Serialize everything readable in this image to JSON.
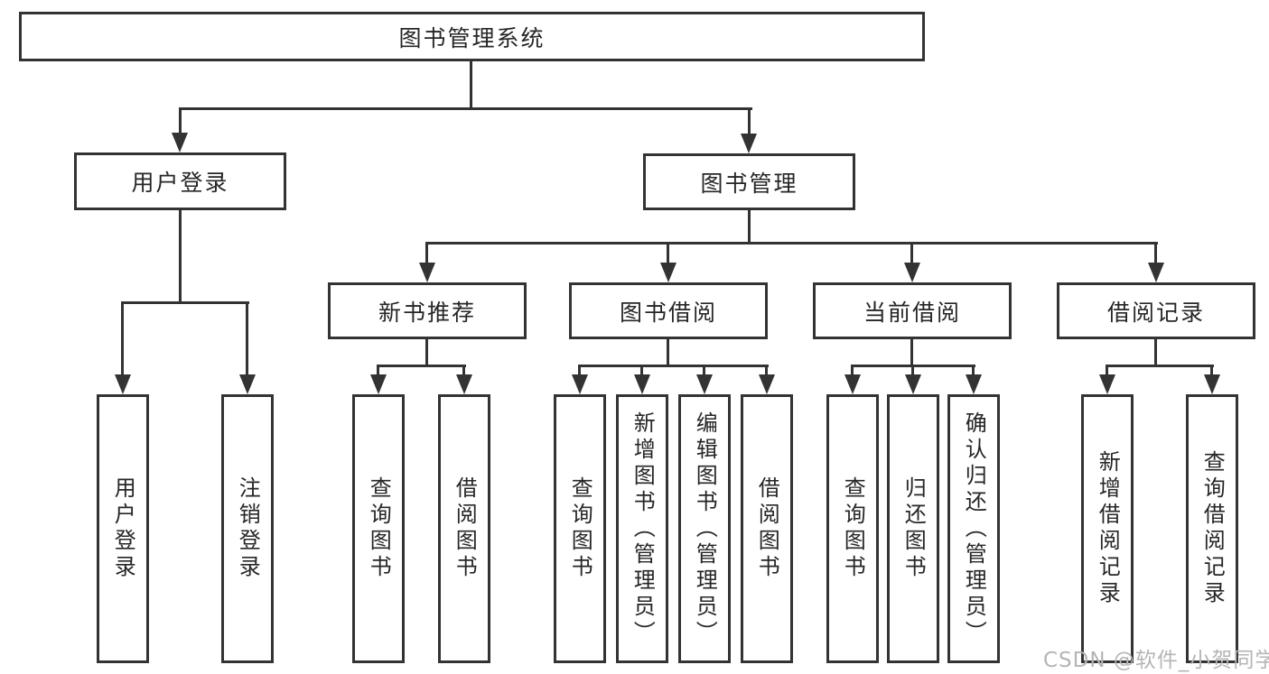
{
  "diagram": {
    "title_node_is_root": true,
    "root": {
      "id": "library-management-system",
      "label": "图书管理系统"
    },
    "branches": [
      {
        "id": "user-login",
        "label": "用户登录",
        "children": [
          {
            "id": "user-login-leaf",
            "label": "用户登录"
          },
          {
            "id": "logout-leaf",
            "label": "注销登录"
          }
        ]
      },
      {
        "id": "book-management",
        "label": "图书管理",
        "children": [
          {
            "id": "new-book-recommend",
            "label": "新书推荐",
            "children": [
              {
                "id": "query-books",
                "label": "查询图书"
              },
              {
                "id": "borrow-books",
                "label": "借阅图书"
              }
            ]
          },
          {
            "id": "book-borrowing",
            "label": "图书借阅",
            "children": [
              {
                "id": "query-books",
                "label": "查询图书"
              },
              {
                "id": "add-books-admin",
                "label": "新增图书（管理员）"
              },
              {
                "id": "edit-books-admin",
                "label": "编辑图书（管理员）"
              },
              {
                "id": "borrow-books",
                "label": "借阅图书"
              }
            ]
          },
          {
            "id": "current-borrowing",
            "label": "当前借阅",
            "children": [
              {
                "id": "query-books",
                "label": "查询图书"
              },
              {
                "id": "return-books",
                "label": "归还图书"
              },
              {
                "id": "confirm-return-admin",
                "label": "确认归还（管理员）"
              }
            ]
          },
          {
            "id": "borrowing-records",
            "label": "借阅记录",
            "children": [
              {
                "id": "add-borrow-record",
                "label": "新增借阅记录"
              },
              {
                "id": "query-borrow-record",
                "label": "查询借阅记录"
              }
            ]
          }
        ]
      }
    ]
  },
  "watermark": {
    "text": "CSDN @软件_小贺同学"
  },
  "colors": {
    "line": "#333333",
    "box_border": "#333333",
    "box_bg": "#ffffff",
    "text": "#262626",
    "watermark": "#b5b5b5"
  }
}
